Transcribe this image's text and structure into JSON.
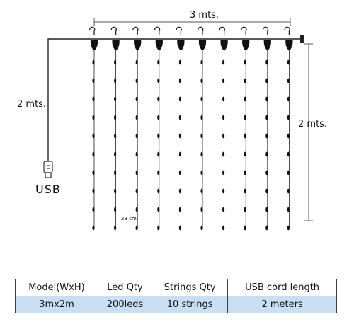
{
  "diagram": {
    "width_label": "3 mts.",
    "cord_length_label": "2 mts.",
    "height_label": "2 mts.",
    "plug_label": "USB",
    "spacing_label": "28 cm.",
    "string_count": 10,
    "leds_per_string_shown": 10,
    "colors": {
      "line": "#222222",
      "led": "#111111",
      "table_highlight": "#c9def2",
      "table_border": "#3d3d3d"
    }
  },
  "table": {
    "headers": [
      "Model(WxH)",
      "Led Qty",
      "Strings Qty",
      "USB cord length"
    ],
    "values": [
      "3mx2m",
      "200leds",
      "10 strings",
      "2  meters"
    ]
  }
}
